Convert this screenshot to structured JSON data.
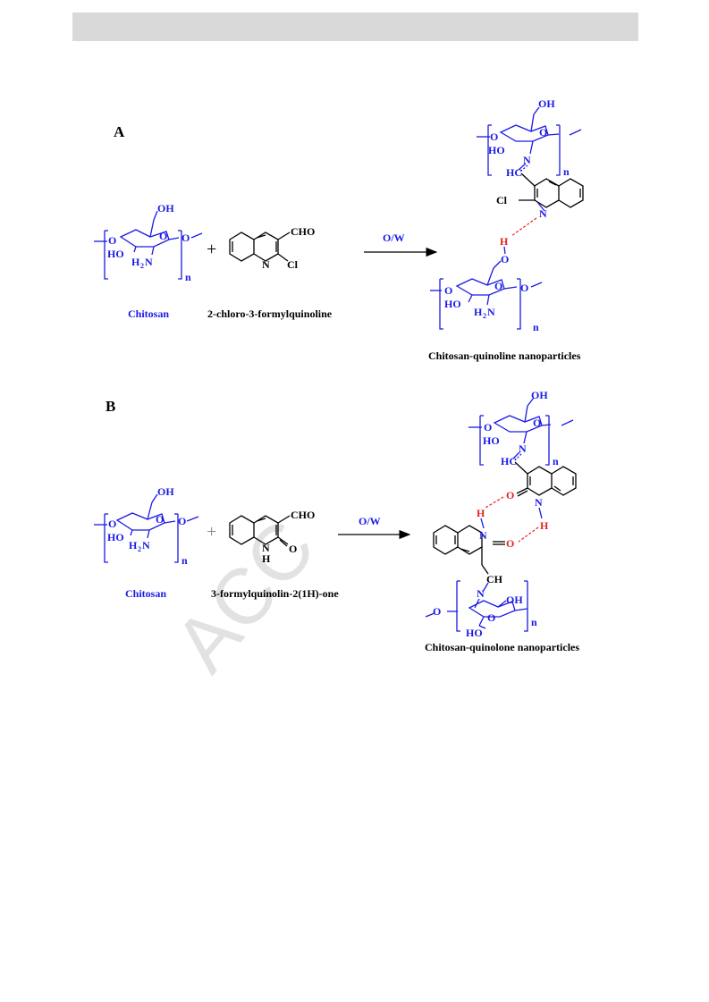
{
  "colors": {
    "chitosan": "#1a1ae6",
    "reagent": "#000000",
    "hbond": "#e62020",
    "header": "#d9d9d9"
  },
  "watermark": "ACC",
  "panelA": {
    "label": "A",
    "condition": "O/W",
    "plus": "+",
    "chitosan_caption": "Chitosan",
    "reagent_caption": "2-chloro-3-formylquinoline",
    "product_caption": "Chitosan-quinoline nanoparticles",
    "reagent_atoms": {
      "cho": "CHO",
      "n": "N",
      "cl": "Cl"
    },
    "product_atoms": {
      "oh": "OH",
      "o_ring": "O",
      "o_left": "O",
      "ho": "HO",
      "n_imine": "N",
      "hc": "HC",
      "cl": "Cl",
      "n_ring": "N",
      "h": "H",
      "o_link": "O",
      "n_sub": "n"
    },
    "chitosan_atoms": {
      "oh": "OH",
      "o_ring": "O",
      "o_left": "O",
      "o_right": "O",
      "ho": "HO",
      "nh2": "H",
      "nh2_sub": "2",
      "nh2_n": "N",
      "n_sub": "n"
    }
  },
  "panelB": {
    "label": "B",
    "condition": "O/W",
    "plus": "+",
    "chitosan_caption": "Chitosan",
    "reagent_caption": "3-formylquinolin-2(1H)-one",
    "product_caption": "Chitosan-quinolone nanoparticles",
    "reagent_atoms": {
      "cho": "CHO",
      "n": "N",
      "h": "H",
      "o": "O"
    },
    "product_atoms": {
      "oh_top": "OH",
      "o_top": "O",
      "ho_top": "HO",
      "n_imine_top": "N",
      "hc_top": "HC",
      "o_carbonyl_top": "O",
      "n_ring_top": "N",
      "h_top": "H",
      "h_left": "H",
      "n_ring_bottom": "N",
      "o_carbonyl_bottom": "O",
      "ch_bottom": "CH",
      "n_imine_bottom": "N",
      "oh_bottom": "OH",
      "ho_bottom": "HO",
      "o_bottom_left": "O",
      "o_bottom_ring": "O",
      "n_sub": "n"
    },
    "chitosan_atoms": {
      "oh": "OH",
      "o_ring": "O",
      "o_left": "O",
      "o_right": "O",
      "ho": "HO",
      "nh2": "H",
      "nh2_sub": "2",
      "nh2_n": "N",
      "n_sub": "n"
    }
  }
}
